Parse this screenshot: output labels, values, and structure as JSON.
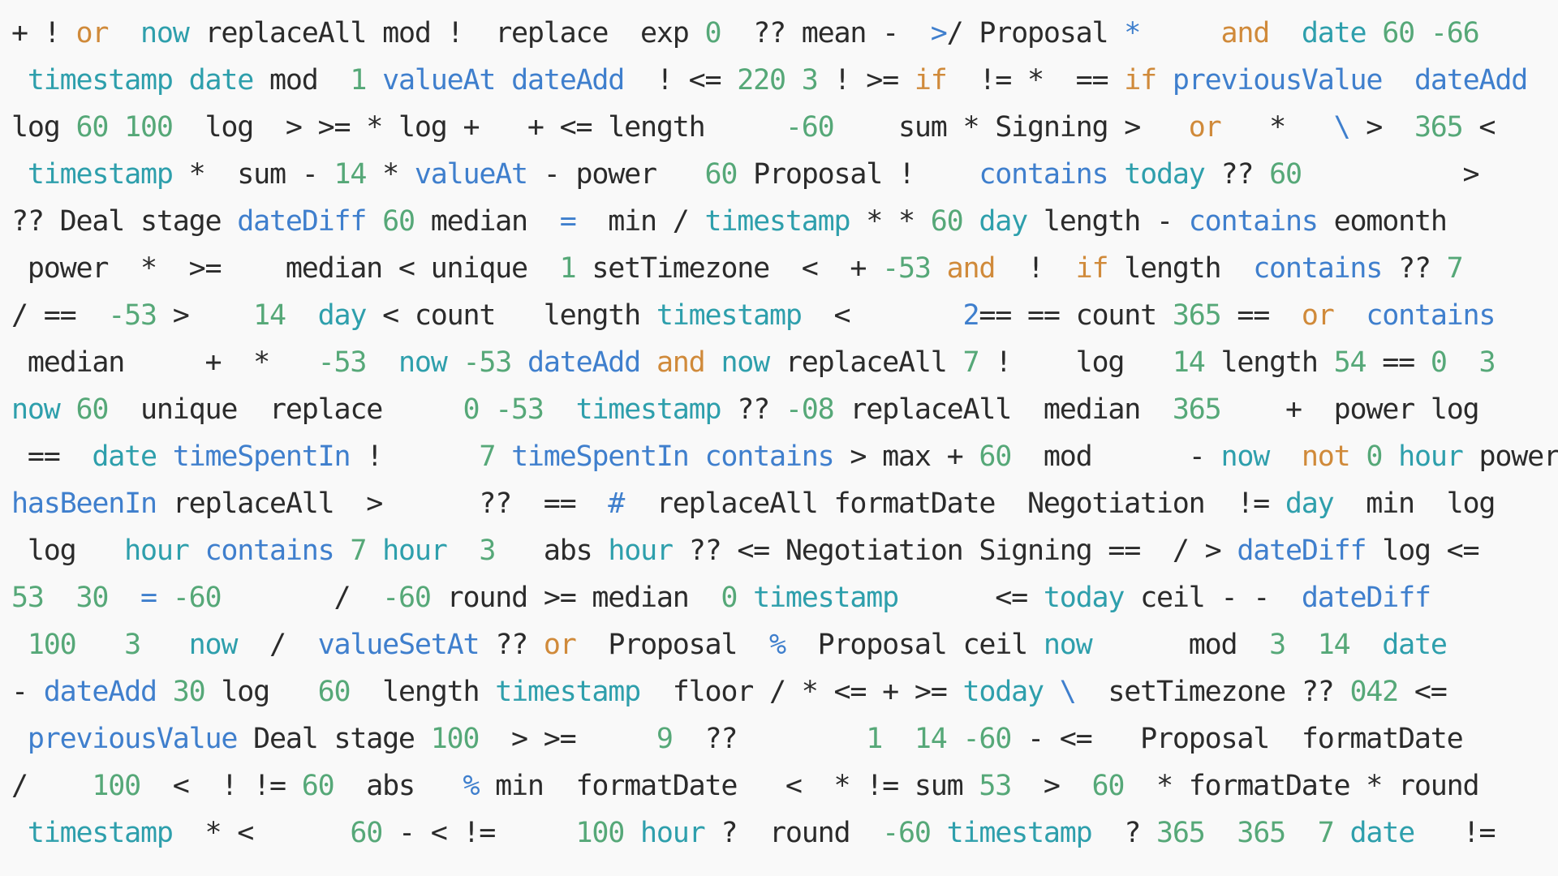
{
  "colors": {
    "background": "#f9f9f9",
    "op": "#2b2b2b",
    "num": "#56a878",
    "fn": "#3f7fcd",
    "ts": "#2e9fac",
    "kw": "#d08a3a",
    "txt": "#2b2b2b"
  },
  "lines": [
    [
      [
        "op",
        "+ ! "
      ],
      [
        "kw",
        "or"
      ],
      [
        "op",
        "  "
      ],
      [
        "ts",
        "now"
      ],
      [
        "op",
        " replaceAll mod !  replace  exp "
      ],
      [
        "num",
        "0"
      ],
      [
        "op",
        "  ?? mean -  "
      ],
      [
        "fn",
        ">"
      ],
      [
        "op",
        "/ Proposal "
      ],
      [
        "fn",
        "*"
      ],
      [
        "op",
        "     "
      ],
      [
        "kw",
        "and"
      ],
      [
        "op",
        "  "
      ],
      [
        "ts",
        "date"
      ],
      [
        "op",
        " "
      ],
      [
        "num",
        "60"
      ],
      [
        "op",
        " "
      ],
      [
        "num",
        "-66"
      ]
    ],
    [
      [
        "op",
        " "
      ],
      [
        "ts",
        "timestamp"
      ],
      [
        "op",
        " "
      ],
      [
        "ts",
        "date"
      ],
      [
        "op",
        " mod  "
      ],
      [
        "num",
        "1"
      ],
      [
        "op",
        " "
      ],
      [
        "fn",
        "valueAt"
      ],
      [
        "op",
        " "
      ],
      [
        "fn",
        "dateAdd"
      ],
      [
        "op",
        "  ! <= "
      ],
      [
        "num",
        "220"
      ],
      [
        "op",
        " "
      ],
      [
        "num",
        "3"
      ],
      [
        "op",
        " ! >= "
      ],
      [
        "kw",
        "if"
      ],
      [
        "op",
        "  != *  == "
      ],
      [
        "kw",
        "if"
      ],
      [
        "op",
        " "
      ],
      [
        "fn",
        "previousValue"
      ],
      [
        "op",
        "  "
      ],
      [
        "fn",
        "dateAdd"
      ]
    ],
    [
      [
        "op",
        "log "
      ],
      [
        "num",
        "60"
      ],
      [
        "op",
        " "
      ],
      [
        "num",
        "100"
      ],
      [
        "op",
        "  log  > >= * log +   + <= length     "
      ],
      [
        "num",
        "-60"
      ],
      [
        "op",
        "    sum * Signing >   "
      ],
      [
        "kw",
        "or"
      ],
      [
        "op",
        "   *   "
      ],
      [
        "fn",
        "\\"
      ],
      [
        "op",
        " >  "
      ],
      [
        "num",
        "365"
      ],
      [
        "op",
        " <"
      ]
    ],
    [
      [
        "op",
        " "
      ],
      [
        "ts",
        "timestamp"
      ],
      [
        "op",
        " *  sum - "
      ],
      [
        "num",
        "14"
      ],
      [
        "op",
        " * "
      ],
      [
        "fn",
        "valueAt"
      ],
      [
        "op",
        " - power   "
      ],
      [
        "num",
        "60"
      ],
      [
        "op",
        " Proposal !    "
      ],
      [
        "fn",
        "contains"
      ],
      [
        "op",
        " "
      ],
      [
        "ts",
        "today"
      ],
      [
        "op",
        " ?? "
      ],
      [
        "num",
        "60"
      ],
      [
        "op",
        "          >"
      ]
    ],
    [
      [
        "op",
        "?? Deal stage "
      ],
      [
        "fn",
        "dateDiff"
      ],
      [
        "op",
        " "
      ],
      [
        "num",
        "60"
      ],
      [
        "op",
        " median  "
      ],
      [
        "fn",
        "="
      ],
      [
        "op",
        "  min / "
      ],
      [
        "ts",
        "timestamp"
      ],
      [
        "op",
        " * * "
      ],
      [
        "num",
        "60"
      ],
      [
        "op",
        " "
      ],
      [
        "ts",
        "day"
      ],
      [
        "op",
        " length - "
      ],
      [
        "fn",
        "contains"
      ],
      [
        "op",
        " eomonth"
      ]
    ],
    [
      [
        "op",
        " power  *  >=    median < unique  "
      ],
      [
        "num",
        "1"
      ],
      [
        "op",
        " setTimezone  <  + "
      ],
      [
        "num",
        "-53"
      ],
      [
        "op",
        " "
      ],
      [
        "kw",
        "and"
      ],
      [
        "op",
        "  !  "
      ],
      [
        "kw",
        "if"
      ],
      [
        "op",
        " length  "
      ],
      [
        "fn",
        "contains"
      ],
      [
        "op",
        " ?? "
      ],
      [
        "num",
        "7"
      ]
    ],
    [
      [
        "op",
        "/ ==  "
      ],
      [
        "num",
        "-53"
      ],
      [
        "op",
        " >    "
      ],
      [
        "num",
        "14"
      ],
      [
        "op",
        "  "
      ],
      [
        "ts",
        "day"
      ],
      [
        "op",
        " < count   length "
      ],
      [
        "ts",
        "timestamp"
      ],
      [
        "op",
        "  <       "
      ],
      [
        "fn",
        "2"
      ],
      [
        "op",
        "== == count "
      ],
      [
        "num",
        "365"
      ],
      [
        "op",
        " ==  "
      ],
      [
        "kw",
        "or"
      ],
      [
        "op",
        "  "
      ],
      [
        "fn",
        "contains"
      ]
    ],
    [
      [
        "op",
        " median     +  *   "
      ],
      [
        "num",
        "-53"
      ],
      [
        "op",
        "  "
      ],
      [
        "ts",
        "now"
      ],
      [
        "op",
        " "
      ],
      [
        "num",
        "-53"
      ],
      [
        "op",
        " "
      ],
      [
        "fn",
        "dateAdd"
      ],
      [
        "op",
        " "
      ],
      [
        "kw",
        "and"
      ],
      [
        "op",
        " "
      ],
      [
        "ts",
        "now"
      ],
      [
        "op",
        " replaceAll "
      ],
      [
        "num",
        "7"
      ],
      [
        "op",
        " !    log   "
      ],
      [
        "num",
        "14"
      ],
      [
        "op",
        " length "
      ],
      [
        "num",
        "54"
      ],
      [
        "op",
        " == "
      ],
      [
        "num",
        "0"
      ],
      [
        "op",
        "  "
      ],
      [
        "num",
        "3"
      ]
    ],
    [
      [
        "ts",
        "now"
      ],
      [
        "op",
        " "
      ],
      [
        "num",
        "60"
      ],
      [
        "op",
        "  unique  replace     "
      ],
      [
        "num",
        "0"
      ],
      [
        "op",
        " "
      ],
      [
        "num",
        "-53"
      ],
      [
        "op",
        "  "
      ],
      [
        "ts",
        "timestamp"
      ],
      [
        "op",
        " ?? "
      ],
      [
        "num",
        "-08"
      ],
      [
        "op",
        " replaceAll  median  "
      ],
      [
        "num",
        "365"
      ],
      [
        "op",
        "    +  power log"
      ]
    ],
    [
      [
        "op",
        " ==  "
      ],
      [
        "ts",
        "date"
      ],
      [
        "op",
        " "
      ],
      [
        "fn",
        "timeSpentIn"
      ],
      [
        "op",
        " !      "
      ],
      [
        "num",
        "7"
      ],
      [
        "op",
        " "
      ],
      [
        "fn",
        "timeSpentIn"
      ],
      [
        "op",
        " "
      ],
      [
        "fn",
        "contains"
      ],
      [
        "op",
        " > max + "
      ],
      [
        "num",
        "60"
      ],
      [
        "op",
        "  mod      - "
      ],
      [
        "ts",
        "now"
      ],
      [
        "op",
        "  "
      ],
      [
        "kw",
        "not"
      ],
      [
        "op",
        " "
      ],
      [
        "num",
        "0"
      ],
      [
        "op",
        " "
      ],
      [
        "ts",
        "hour"
      ],
      [
        "op",
        " power"
      ]
    ],
    [
      [
        "fn",
        "hasBeenIn"
      ],
      [
        "op",
        " replaceAll  >      ??  ==  "
      ],
      [
        "fn",
        "#"
      ],
      [
        "op",
        "  replaceAll formatDate  Negotiation  != "
      ],
      [
        "ts",
        "day"
      ],
      [
        "op",
        "  min  log"
      ]
    ],
    [
      [
        "op",
        " log   "
      ],
      [
        "ts",
        "hour"
      ],
      [
        "op",
        " "
      ],
      [
        "fn",
        "contains"
      ],
      [
        "op",
        " "
      ],
      [
        "num",
        "7"
      ],
      [
        "op",
        " "
      ],
      [
        "ts",
        "hour"
      ],
      [
        "op",
        "  "
      ],
      [
        "num",
        "3"
      ],
      [
        "op",
        "   abs "
      ],
      [
        "ts",
        "hour"
      ],
      [
        "op",
        " ?? <= Negotiation Signing ==  / > "
      ],
      [
        "fn",
        "dateDiff"
      ],
      [
        "op",
        " log <="
      ]
    ],
    [
      [
        "num",
        "53"
      ],
      [
        "op",
        "  "
      ],
      [
        "num",
        "30"
      ],
      [
        "op",
        "  "
      ],
      [
        "fn",
        "="
      ],
      [
        "op",
        " "
      ],
      [
        "num",
        "-60"
      ],
      [
        "op",
        "       /  "
      ],
      [
        "num",
        "-60"
      ],
      [
        "op",
        " round >= median  "
      ],
      [
        "num",
        "0"
      ],
      [
        "op",
        " "
      ],
      [
        "ts",
        "timestamp"
      ],
      [
        "op",
        "      <= "
      ],
      [
        "ts",
        "today"
      ],
      [
        "op",
        " ceil - -  "
      ],
      [
        "fn",
        "dateDiff"
      ]
    ],
    [
      [
        "op",
        " "
      ],
      [
        "num",
        "100"
      ],
      [
        "op",
        "   "
      ],
      [
        "num",
        "3"
      ],
      [
        "op",
        "   "
      ],
      [
        "ts",
        "now"
      ],
      [
        "op",
        "  /  "
      ],
      [
        "fn",
        "valueSetAt"
      ],
      [
        "op",
        " ?? "
      ],
      [
        "kw",
        "or"
      ],
      [
        "op",
        "  Proposal  "
      ],
      [
        "fn",
        "%"
      ],
      [
        "op",
        "  Proposal ceil "
      ],
      [
        "ts",
        "now"
      ],
      [
        "op",
        "      mod  "
      ],
      [
        "num",
        "3"
      ],
      [
        "op",
        "  "
      ],
      [
        "num",
        "14"
      ],
      [
        "op",
        "  "
      ],
      [
        "ts",
        "date"
      ]
    ],
    [
      [
        "op",
        "- "
      ],
      [
        "fn",
        "dateAdd"
      ],
      [
        "op",
        " "
      ],
      [
        "num",
        "30"
      ],
      [
        "op",
        " log   "
      ],
      [
        "num",
        "60"
      ],
      [
        "op",
        "  length "
      ],
      [
        "ts",
        "timestamp"
      ],
      [
        "op",
        "  floor / * <= + >= "
      ],
      [
        "ts",
        "today"
      ],
      [
        "op",
        " "
      ],
      [
        "fn",
        "\\"
      ],
      [
        "op",
        "  setTimezone ?? "
      ],
      [
        "num",
        "042"
      ],
      [
        "op",
        " <="
      ]
    ],
    [
      [
        "op",
        " "
      ],
      [
        "fn",
        "previousValue"
      ],
      [
        "op",
        " Deal stage "
      ],
      [
        "num",
        "100"
      ],
      [
        "op",
        "  > >=     "
      ],
      [
        "num",
        "9"
      ],
      [
        "op",
        "  ??        "
      ],
      [
        "num",
        "1"
      ],
      [
        "op",
        "  "
      ],
      [
        "num",
        "14"
      ],
      [
        "op",
        " "
      ],
      [
        "num",
        "-60"
      ],
      [
        "op",
        " - <=   Proposal  formatDate"
      ]
    ],
    [
      [
        "op",
        "/    "
      ],
      [
        "num",
        "100"
      ],
      [
        "op",
        "  <  ! != "
      ],
      [
        "num",
        "60"
      ],
      [
        "op",
        "  abs   "
      ],
      [
        "fn",
        "%"
      ],
      [
        "op",
        " min  formatDate   <  * != sum "
      ],
      [
        "num",
        "53"
      ],
      [
        "op",
        "  >  "
      ],
      [
        "num",
        "60"
      ],
      [
        "op",
        "  * formatDate * round"
      ]
    ],
    [
      [
        "op",
        " "
      ],
      [
        "ts",
        "timestamp"
      ],
      [
        "op",
        "  * <      "
      ],
      [
        "num",
        "60"
      ],
      [
        "op",
        " - < !=     "
      ],
      [
        "num",
        "100"
      ],
      [
        "op",
        " "
      ],
      [
        "ts",
        "hour"
      ],
      [
        "op",
        " ?  round  "
      ],
      [
        "num",
        "-60"
      ],
      [
        "op",
        " "
      ],
      [
        "ts",
        "timestamp"
      ],
      [
        "op",
        "  ? "
      ],
      [
        "num",
        "365"
      ],
      [
        "op",
        "  "
      ],
      [
        "num",
        "365"
      ],
      [
        "op",
        "  "
      ],
      [
        "num",
        "7"
      ],
      [
        "op",
        " "
      ],
      [
        "ts",
        "date"
      ],
      [
        "op",
        "   !="
      ]
    ]
  ]
}
